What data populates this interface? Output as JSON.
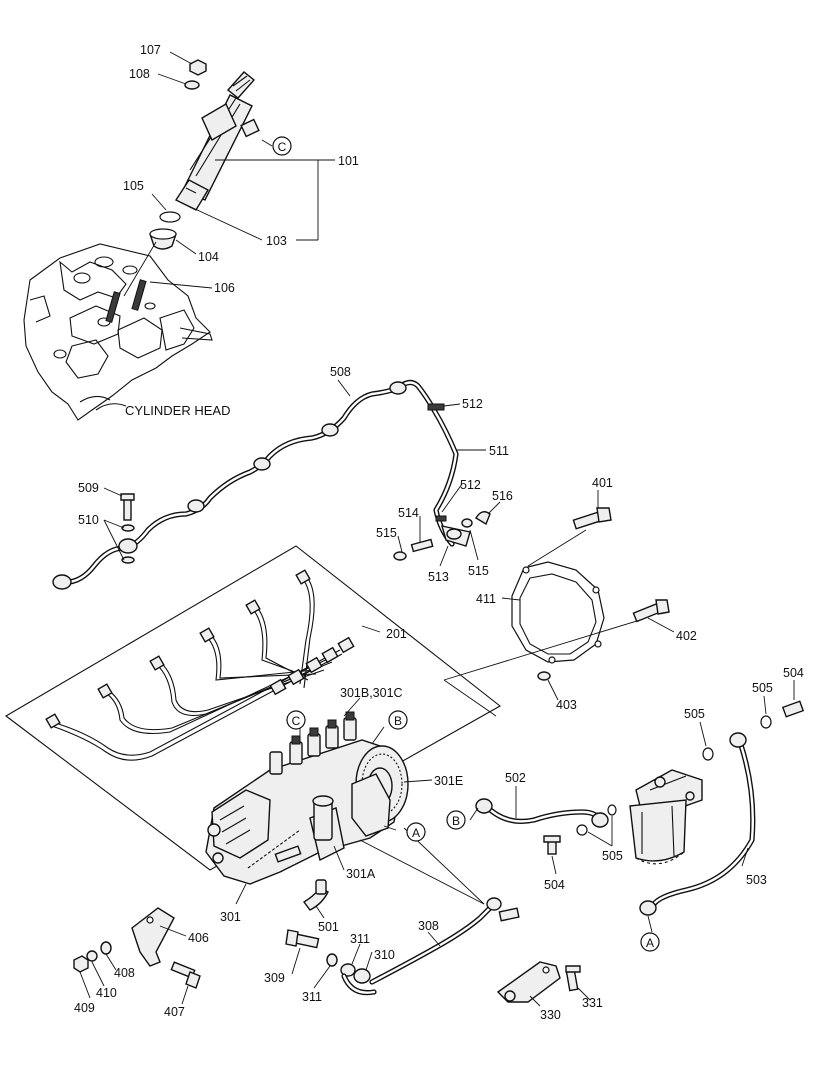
{
  "diagram": {
    "background": "#ffffff",
    "line_color": "#111111",
    "callouts": [
      {
        "id": "107",
        "label": "107"
      },
      {
        "id": "108",
        "label": "108"
      },
      {
        "id": "101",
        "label": "101"
      },
      {
        "id": "105",
        "label": "105"
      },
      {
        "id": "103",
        "label": "103"
      },
      {
        "id": "104",
        "label": "104"
      },
      {
        "id": "106",
        "label": "106"
      },
      {
        "id": "cylinder-head",
        "label": "CYLINDER HEAD"
      },
      {
        "id": "508",
        "label": "508"
      },
      {
        "id": "512a",
        "label": "512"
      },
      {
        "id": "511",
        "label": "511"
      },
      {
        "id": "512b",
        "label": "512"
      },
      {
        "id": "516",
        "label": "516"
      },
      {
        "id": "514",
        "label": "514"
      },
      {
        "id": "515a",
        "label": "515"
      },
      {
        "id": "513",
        "label": "513"
      },
      {
        "id": "515b",
        "label": "515"
      },
      {
        "id": "509",
        "label": "509"
      },
      {
        "id": "510",
        "label": "510"
      },
      {
        "id": "401",
        "label": "401"
      },
      {
        "id": "411",
        "label": "411"
      },
      {
        "id": "402",
        "label": "402"
      },
      {
        "id": "403",
        "label": "403"
      },
      {
        "id": "201",
        "label": "201"
      },
      {
        "id": "301bc",
        "label": "301B,301C"
      },
      {
        "id": "301e",
        "label": "301E"
      },
      {
        "id": "301a",
        "label": "301A"
      },
      {
        "id": "301",
        "label": "301"
      },
      {
        "id": "501",
        "label": "501"
      },
      {
        "id": "502",
        "label": "502"
      },
      {
        "id": "503",
        "label": "503"
      },
      {
        "id": "504a",
        "label": "504"
      },
      {
        "id": "505a",
        "label": "505"
      },
      {
        "id": "505b",
        "label": "505"
      },
      {
        "id": "505c",
        "label": "505"
      },
      {
        "id": "504b",
        "label": "504"
      },
      {
        "id": "406",
        "label": "406"
      },
      {
        "id": "408",
        "label": "408"
      },
      {
        "id": "409",
        "label": "409"
      },
      {
        "id": "410",
        "label": "410"
      },
      {
        "id": "407",
        "label": "407"
      },
      {
        "id": "309",
        "label": "309"
      },
      {
        "id": "311a",
        "label": "311"
      },
      {
        "id": "311b",
        "label": "311"
      },
      {
        "id": "310",
        "label": "310"
      },
      {
        "id": "308",
        "label": "308"
      },
      {
        "id": "330",
        "label": "330"
      },
      {
        "id": "331",
        "label": "331"
      }
    ],
    "connectors": [
      {
        "id": "C-top",
        "letter": "C"
      },
      {
        "id": "C-pump",
        "letter": "C"
      },
      {
        "id": "B-pump",
        "letter": "B"
      },
      {
        "id": "A-pump",
        "letter": "A"
      },
      {
        "id": "B-pipe",
        "letter": "B"
      },
      {
        "id": "A-pipe",
        "letter": "A"
      }
    ]
  }
}
